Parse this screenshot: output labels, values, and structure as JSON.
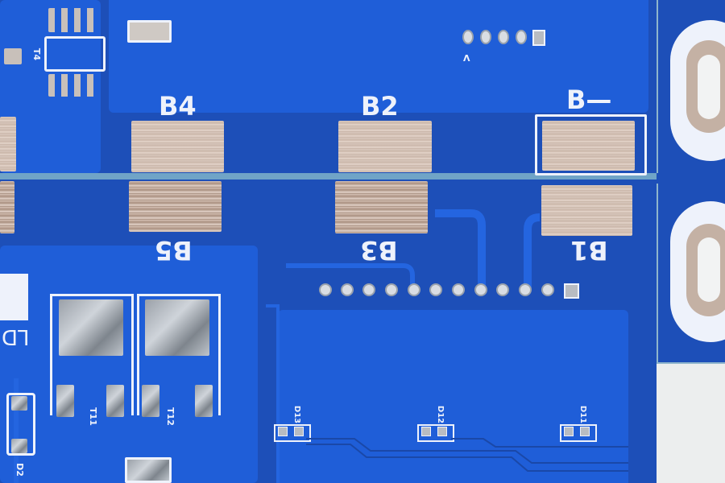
{
  "labels": {
    "b4": "B4",
    "b2": "B2",
    "b_minus": "B—",
    "b5": "B5",
    "b3": "B3",
    "b1": "B1",
    "t4": "T4",
    "t11": "T11",
    "t12": "T12",
    "d13": "D13",
    "d12": "D12",
    "d11": "D11",
    "d2": "D2",
    "v": "V",
    "ld": "LD"
  },
  "colors": {
    "board": "#1d4fb8",
    "copper_plane": "#1f5ed8",
    "silkscreen": "#eef2fb",
    "pad": "#d9c8bd"
  }
}
